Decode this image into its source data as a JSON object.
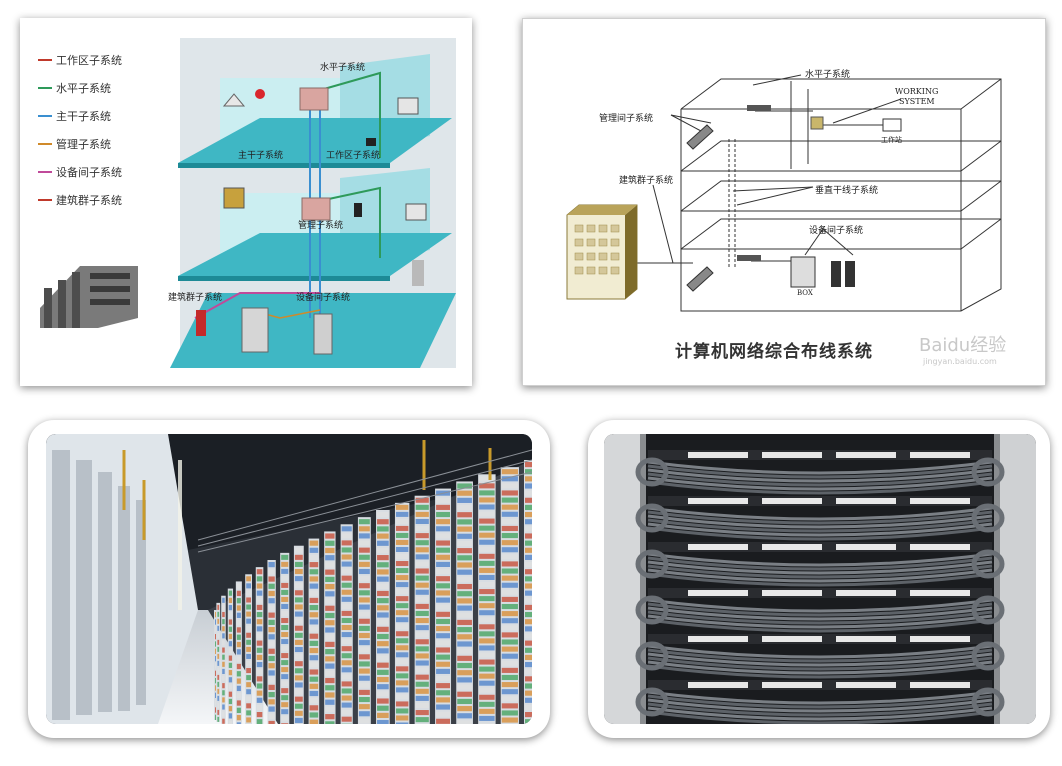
{
  "panel1": {
    "legend": [
      {
        "label": "工作区子系统",
        "color": "#c0392b"
      },
      {
        "label": "水平子系统",
        "color": "#2e9a5a"
      },
      {
        "label": "主干子系统",
        "color": "#3a8fd0"
      },
      {
        "label": "管理子系统",
        "color": "#d08a2a"
      },
      {
        "label": "设备间子系统",
        "color": "#c04a9a"
      },
      {
        "label": "建筑群子系统",
        "color": "#c0392b"
      }
    ],
    "labels": {
      "horizontal": "水平子系统",
      "backbone": "主干子系统",
      "work_area": "工作区子系统",
      "management": "管理子系统",
      "building_group": "建筑群子系统",
      "equipment_room": "设备间子系统"
    }
  },
  "panel2": {
    "labels": {
      "horizontal": "水平子系统",
      "working1": "WORKING",
      "working2": "SYSTEM",
      "management": "管理间子系统",
      "building": "建筑群子系统",
      "vertical": "垂直干线子系统",
      "equipment": "设备间子系统",
      "workstation": "工作站",
      "box": "BOX"
    },
    "caption": "计算机网络综合布线系统",
    "watermark": "Baidu经验",
    "watermark_url": "jingyan.baidu.com"
  },
  "panel3": {
    "scene": "data-center-server-aisle"
  },
  "panel4": {
    "scene": "network-rack-patch-panels"
  }
}
